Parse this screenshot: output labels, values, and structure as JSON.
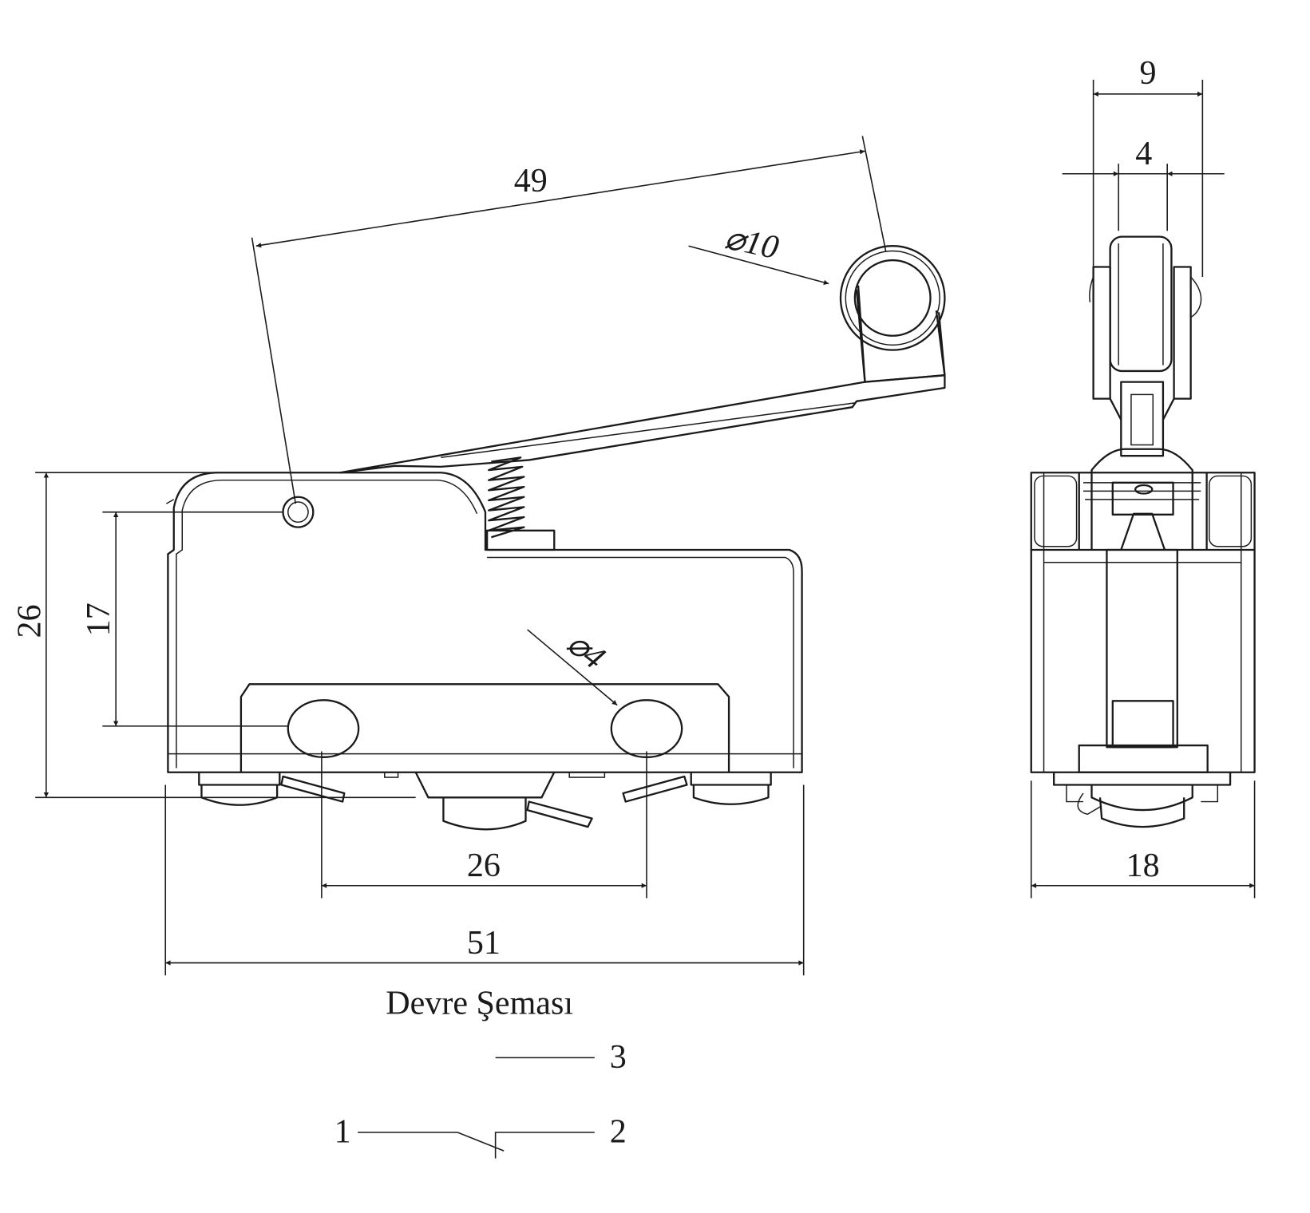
{
  "side_view": {
    "dim_lever_length": "49",
    "dim_roller_diameter": "⌀10",
    "dim_height": "26",
    "dim_hole_height": "17",
    "dim_hole_diameter": "⌀4",
    "dim_hole_spacing": "26",
    "dim_width": "51"
  },
  "front_view": {
    "dim_roller_bracket": "9",
    "dim_roller_width": "4",
    "dim_body_depth": "18"
  },
  "circuit": {
    "title": "Devre Şeması",
    "terminal_3": "3",
    "terminal_1": "1",
    "terminal_2": "2"
  }
}
